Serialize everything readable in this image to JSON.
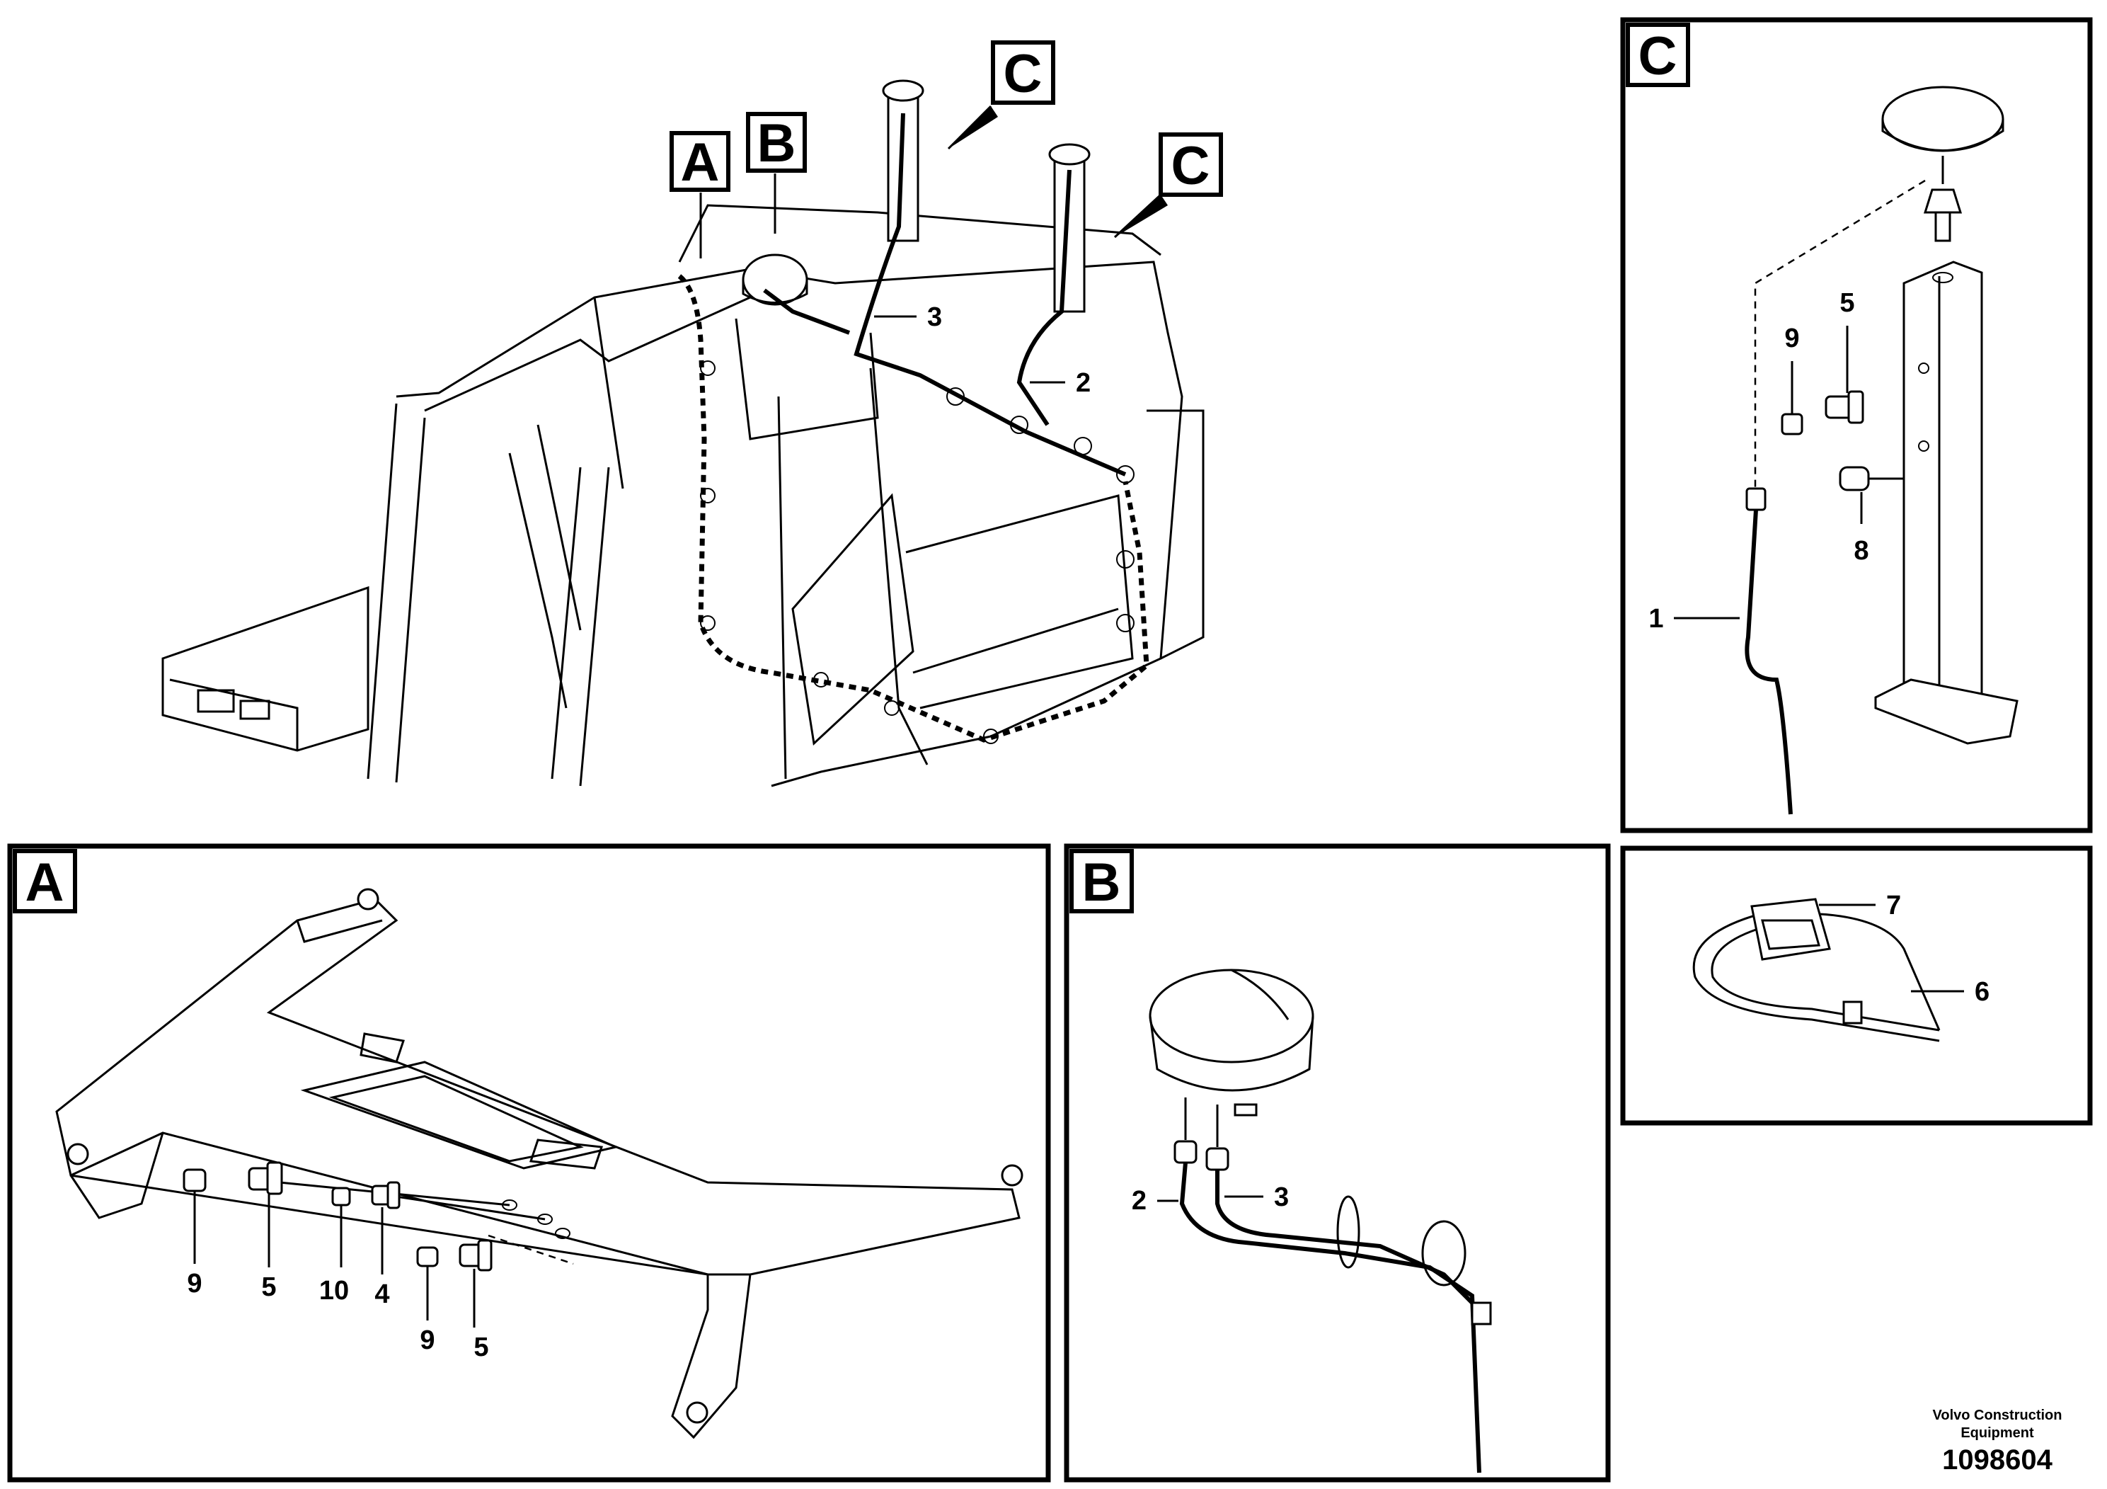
{
  "main_view": {
    "callouts": [
      "A",
      "B",
      "C",
      "C"
    ],
    "labels": [
      "3",
      "2"
    ]
  },
  "panel_c": {
    "letter": "C",
    "labels": [
      "9",
      "5",
      "8",
      "1"
    ]
  },
  "panel_tie": {
    "labels": [
      "7",
      "6"
    ]
  },
  "panel_a": {
    "letter": "A",
    "labels": [
      "9",
      "5",
      "10",
      "4",
      "9",
      "5"
    ]
  },
  "panel_b": {
    "letter": "B",
    "labels": [
      "2",
      "3"
    ]
  },
  "footer": {
    "company_line1": "Volvo Construction",
    "company_line2": "Equipment",
    "drawing_number": "1098604"
  }
}
